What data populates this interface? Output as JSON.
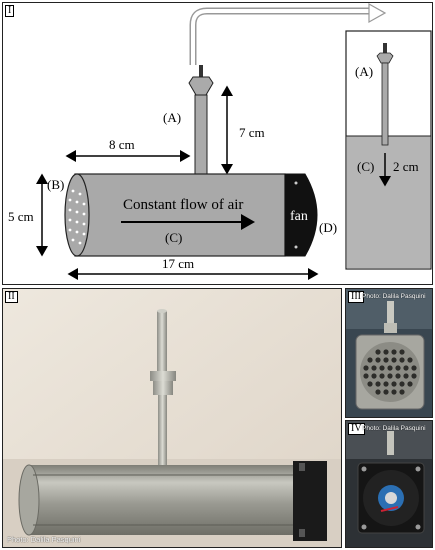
{
  "panels": {
    "p1": "I",
    "p2": "II",
    "p3": "III",
    "p4": "IV"
  },
  "diagram": {
    "label_a": "(A)",
    "label_b": "(B)",
    "label_c": "(C)",
    "label_d": "(D)",
    "fan": "fan",
    "flow": "Constant flow of air",
    "dim_8": "8 cm",
    "dim_7": "7 cm",
    "dim_5": "5 cm",
    "dim_17": "17 cm",
    "dim_2": "2 cm",
    "inset_a": "(A)",
    "inset_c": "(C)"
  },
  "credits": {
    "c2": "Photo: Dalila Pasquini",
    "c3": "Photo: Dalila Pasquini",
    "c4": "Photo: Dalila Pasquini"
  },
  "colors": {
    "tube_gray": "#a9a9a9",
    "fan_black": "#111111",
    "liquid_gray": "#b5b5b5",
    "wall_bg": "#e9e2d8",
    "metal": "#a8a8a0"
  }
}
